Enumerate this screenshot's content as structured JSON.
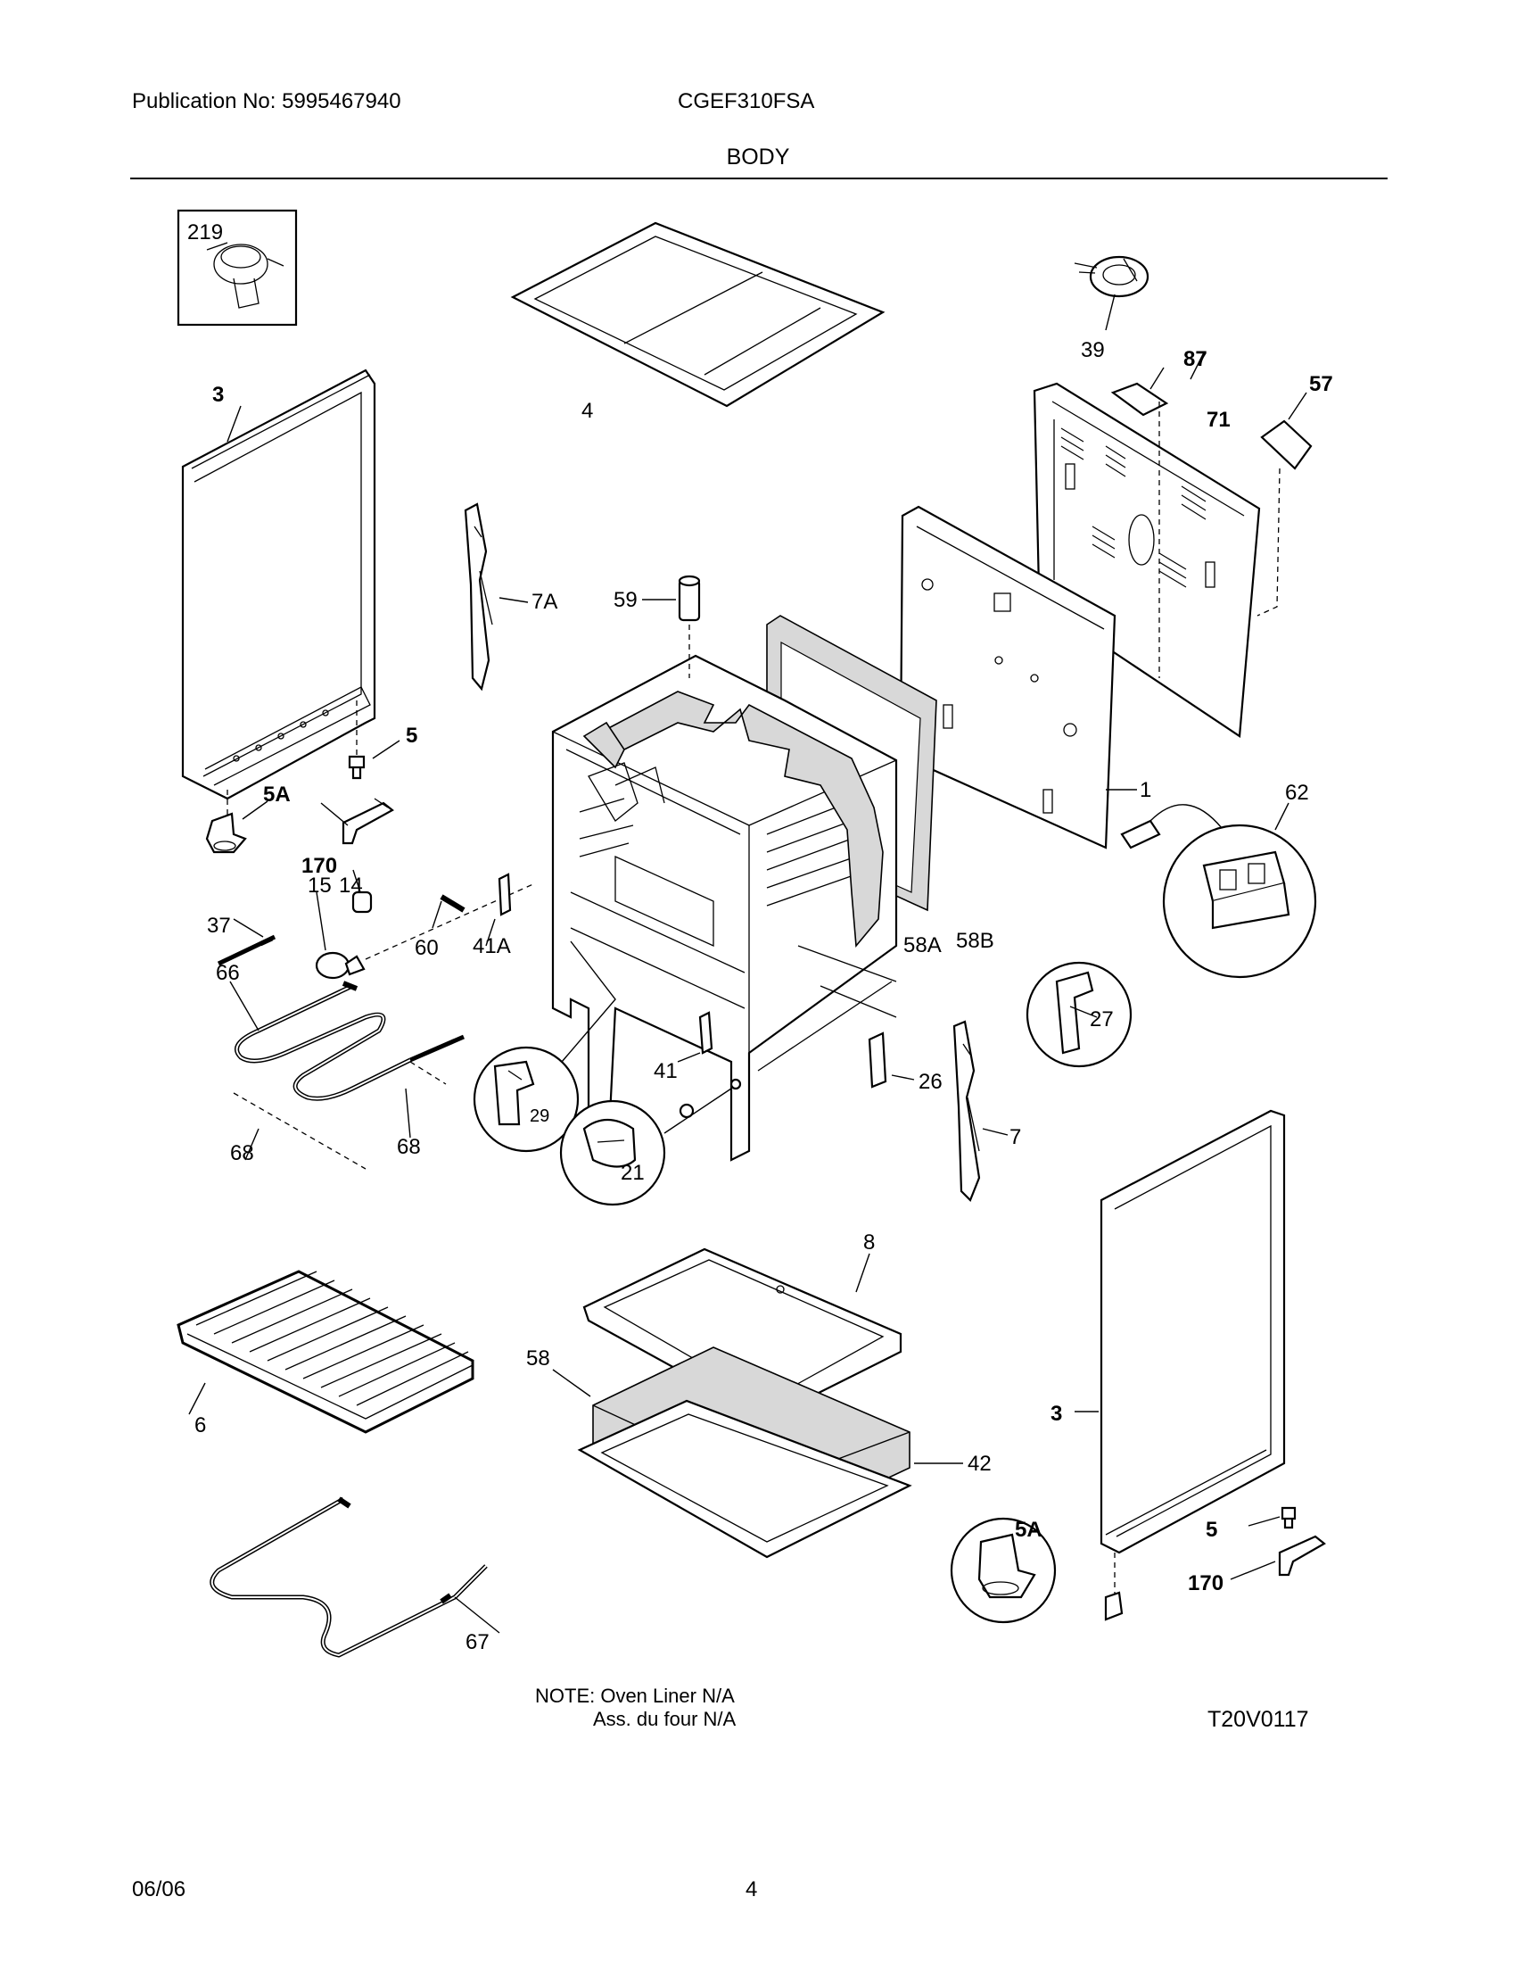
{
  "header": {
    "publication": "Publication No: 5995467940",
    "model": "CGEF310FSA",
    "section": "BODY"
  },
  "callouts": {
    "p219": "219",
    "p4": "4",
    "p39": "39",
    "p87": "87",
    "p57": "57",
    "p71": "71",
    "p3_left": "3",
    "p7A": "7A",
    "p59": "59",
    "p5_left": "5",
    "p5A_left": "5A",
    "p170_left": "170",
    "p1": "1",
    "p62": "62",
    "p15": "15",
    "p14": "14",
    "p37": "37",
    "p60": "60",
    "p41A": "41A",
    "p58A": "58A",
    "p58B": "58B",
    "p27": "27",
    "p66": "66",
    "p29": "29",
    "p41": "41",
    "p26": "26",
    "p7": "7",
    "p68_left": "68",
    "p68_right": "68",
    "p21": "21",
    "p8": "8",
    "p6": "6",
    "p58": "58",
    "p42": "42",
    "p3_right": "3",
    "p5A_right": "5A",
    "p5_right": "5",
    "p170_right": "170",
    "p67": "67"
  },
  "note": {
    "line1": "NOTE: Oven Liner N/A",
    "line2": "Ass. du four N/A"
  },
  "drawing_number": "T20V0117",
  "footer": {
    "date": "06/06",
    "page": "4"
  }
}
